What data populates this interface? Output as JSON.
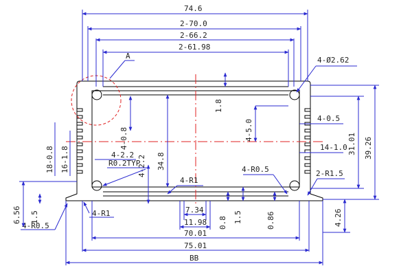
{
  "drawing": {
    "dims": {
      "w_74_6": "74.6",
      "w_70": "2-70.0",
      "w_66_2": "2-66.2",
      "w_61_98": "2-61.98",
      "detail_a": "A",
      "hole": "4-Ø2.62",
      "v_1_8_top": "1.8",
      "v_4_5": "4-5.0",
      "v_4_0_8": "4-0.8",
      "v_34_8": "34.8",
      "v_18_0_8": "18-0.8",
      "v_16_1_8": "16-1.8",
      "fin_4_2_2": "4-2.2",
      "fin_r02": "R0.2TYP",
      "v_4_2_2": "4-2.2",
      "r_4_r1_center": "4-R1",
      "r_4_r0_5_right": "4-R0.5",
      "r_2_r1_5": "2-R1.5",
      "r_4_r1_left": "4-R1",
      "r_4_r0_5_left": "4-R0.5",
      "v_4_0_5": "4-0.5",
      "v_14_1_0": "14-1.0",
      "v_31_01": "31.01",
      "v_39_26": "39.26",
      "v_6_56": "6.56",
      "v_1_5_left": "1.5",
      "v_0_8_bottom": "0.8",
      "v_1_5_bottom": "1.5",
      "v_0_86": "0.86",
      "v_4_26": "4.26",
      "w_7_34": "7.34",
      "w_11_98": "11.98",
      "w_70_01": "70.01",
      "w_75_01": "75.01",
      "w_bb": "BB"
    }
  }
}
